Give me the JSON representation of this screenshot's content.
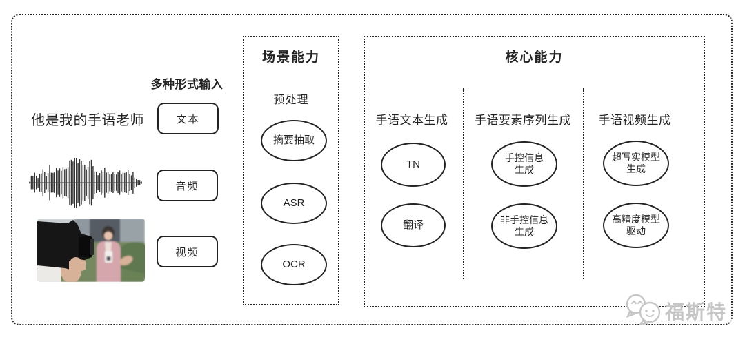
{
  "colors": {
    "stroke": "#232323",
    "watermark": "#c6c6c6"
  },
  "input_section": {
    "label": "多种形式输入",
    "sample_text": "他是我的手语老师",
    "items": [
      {
        "label": "文本"
      },
      {
        "label": "音频"
      },
      {
        "label": "视频"
      }
    ]
  },
  "scene_section": {
    "title": "场景能力",
    "subtitle": "预处理",
    "nodes": [
      [
        "摘要抽取"
      ],
      [
        "ASR"
      ],
      [
        "OCR"
      ]
    ]
  },
  "core_section": {
    "title": "核心能力",
    "columns": [
      {
        "header": "手语文本生成",
        "nodes": [
          [
            "TN"
          ],
          [
            "翻译"
          ]
        ]
      },
      {
        "header": "手语要素序列生成",
        "nodes": [
          [
            "手控信息",
            "生成"
          ],
          [
            "非手控信息",
            "生成"
          ]
        ]
      },
      {
        "header": "手语视频生成",
        "nodes": [
          [
            "超写实模型",
            "生成"
          ],
          [
            "高精度模型",
            "驱动"
          ]
        ]
      }
    ]
  },
  "watermark": {
    "text": "福斯特"
  }
}
